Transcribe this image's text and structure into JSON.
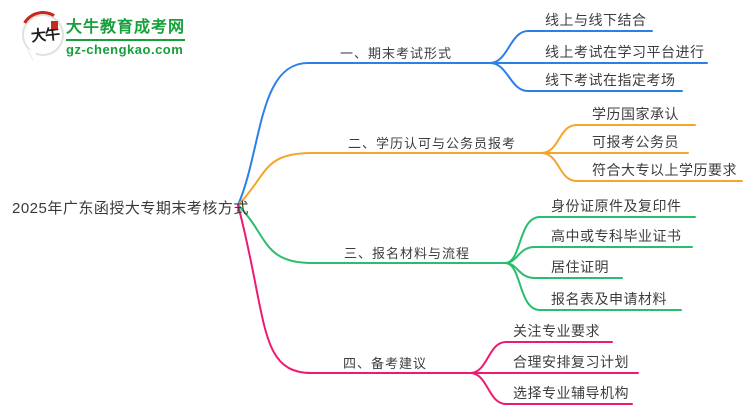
{
  "logo": {
    "badge_text": "大牛",
    "title": "大牛教育成考网",
    "url": "gz-chengkao.com",
    "brand_green": "#16a03c",
    "seal_red": "#c9281c"
  },
  "root": {
    "label": "2025年广东函授大专期末考核方式"
  },
  "branches": [
    {
      "label": "一、期末考试形式",
      "color": "#2d7fe8",
      "children": [
        "线上与线下结合",
        "线上考试在学习平台进行",
        "线下考试在指定考场"
      ]
    },
    {
      "label": "二、学历认可与公务员报考",
      "color": "#f5a42c",
      "children": [
        "学历国家承认",
        "可报考公务员",
        "符合大专以上学历要求"
      ]
    },
    {
      "label": "三、报名材料与流程",
      "color": "#2abd6e",
      "children": [
        "身份证原件及复印件",
        "高中或专科毕业证书",
        "居住证明",
        "报名表及申请材料"
      ]
    },
    {
      "label": "四、备考建议",
      "color": "#ee1970",
      "children": [
        "关注专业要求",
        "合理安排复习计划",
        "选择专业辅导机构"
      ]
    }
  ],
  "text_color": "#3d3d3d"
}
